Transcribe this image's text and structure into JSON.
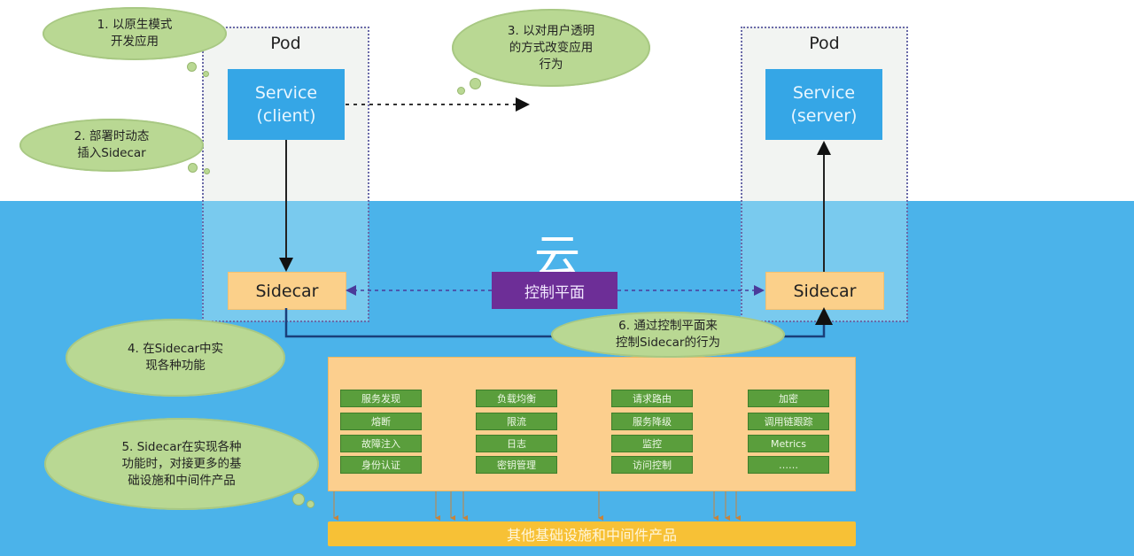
{
  "diagram": {
    "cloud_label": "云",
    "pods": [
      {
        "label": "Pod",
        "service": "Service\n(client)",
        "sidecar": "Sidecar"
      },
      {
        "label": "Pod",
        "service": "Service\n(server)",
        "sidecar": "Sidecar"
      }
    ],
    "control_plane": "控制平面",
    "callouts": [
      {
        "text": "1. 以原生模式\n开发应用"
      },
      {
        "text": "2. 部署时动态\n插入Sidecar"
      },
      {
        "text": "3. 以对用户透明\n的方式改变应用\n行为"
      },
      {
        "text": "4. 在Sidecar中实\n现各种功能"
      },
      {
        "text": "5. Sidecar在实现各种\n功能时，对接更多的基\n础设施和中间件产品"
      },
      {
        "text": "6. 通过控制平面来\n控制Sidecar的行为"
      }
    ],
    "feature_columns": [
      [
        "服务发现",
        "熔断",
        "故障注入",
        "身份认证"
      ],
      [
        "负载均衡",
        "限流",
        "日志",
        "密钥管理"
      ],
      [
        "请求路由",
        "服务降级",
        "监控",
        "访问控制"
      ],
      [
        "加密",
        "调用链跟踪",
        "Metrics",
        "……"
      ]
    ],
    "infra_bar": "其他基础设施和中间件产品"
  },
  "colors": {
    "cloud_blue": "#4bb3ea",
    "service_blue": "#35a6e6",
    "sidecar_orange": "#fbd08a",
    "control_plane_purple": "#6d2e97",
    "feature_green": "#5a9e3c",
    "callout_green": "#b9d893",
    "infra_yellow": "#f7c136"
  }
}
